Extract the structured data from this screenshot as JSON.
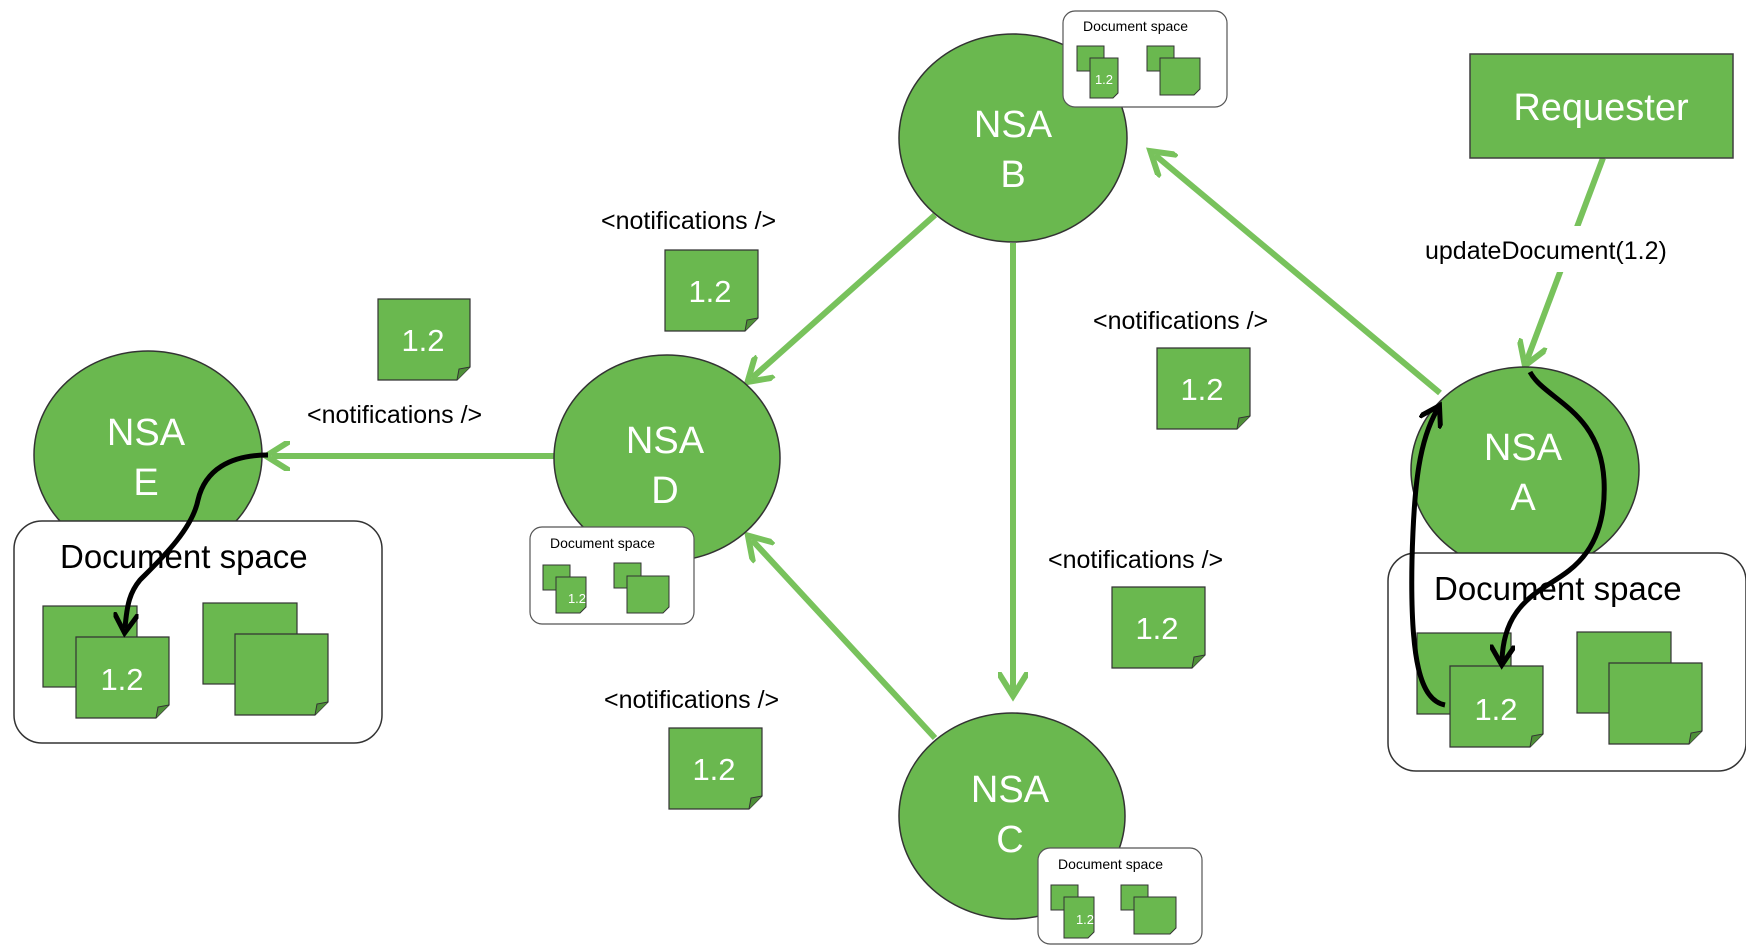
{
  "colors": {
    "green": "#6ab84f",
    "arrow": "#78c25c",
    "dark": "#333333",
    "black": "#000000"
  },
  "requester": {
    "label": "Requester"
  },
  "call": {
    "label": "updateDocument(1.2)"
  },
  "nodes": {
    "a": {
      "line1": "NSA",
      "line2": "A"
    },
    "b": {
      "line1": "NSA",
      "line2": "B"
    },
    "c": {
      "line1": "NSA",
      "line2": "C"
    },
    "d": {
      "line1": "NSA",
      "line2": "D"
    },
    "e": {
      "line1": "NSA",
      "line2": "E"
    }
  },
  "notifications": {
    "ab": "<notifications />",
    "bd": "<notifications />",
    "bc": "<notifications />",
    "cd": "<notifications />",
    "de": "<notifications />"
  },
  "version": "1.2",
  "spaces": {
    "a": "Document space",
    "b": "Document space",
    "c": "Document space",
    "d": "Document space",
    "e": "Document space"
  }
}
